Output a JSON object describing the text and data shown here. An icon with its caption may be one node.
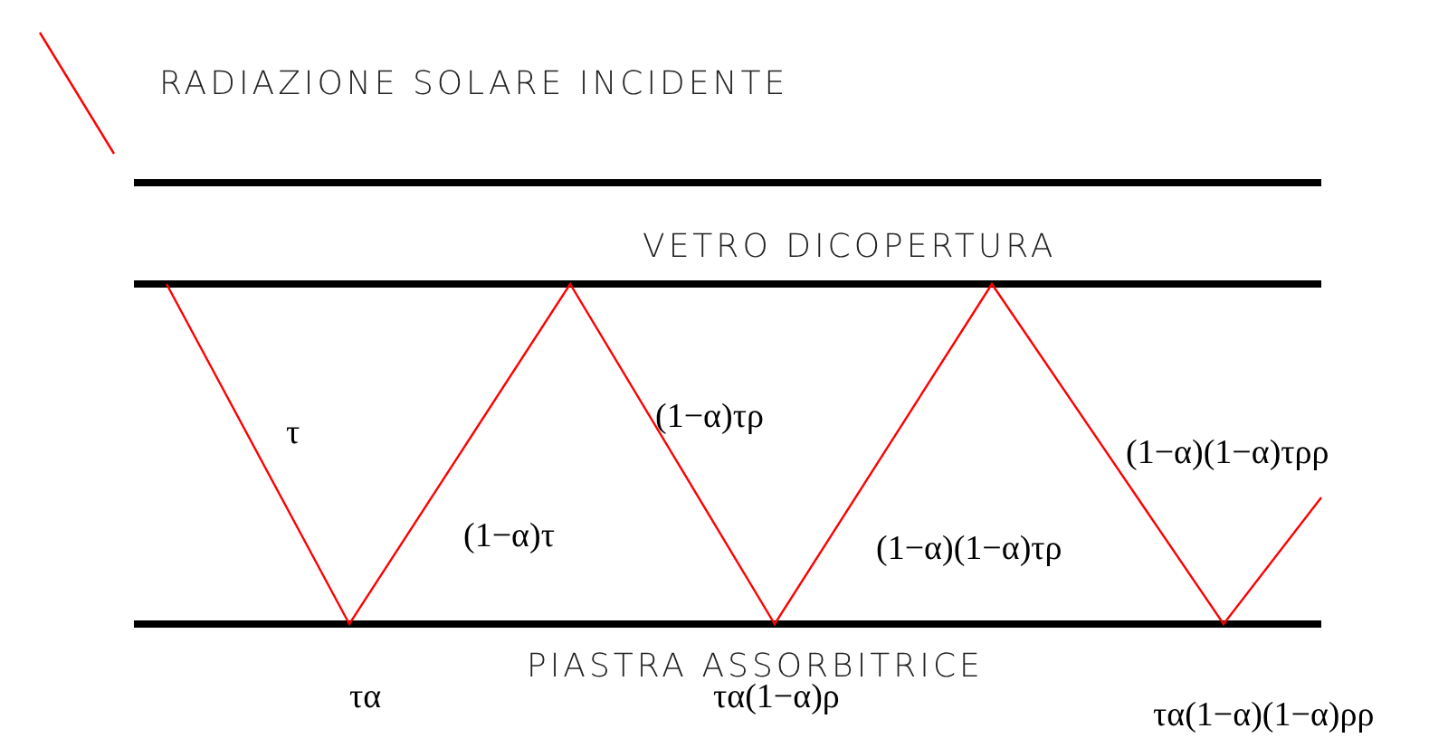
{
  "diagram": {
    "labels": [
      "RADIAZIONE SOLARE INCIDENTE",
      "VETRO DICOPERTURA",
      "τ",
      "(1−α)τρ",
      "(1−α)(1−α)τρρ",
      "(1−α)τ",
      "(1−α)(1−α)τρ",
      "PIASTRA ASSORBITRICE",
      "τα",
      "τα(1−α)ρ",
      "τα(1−α)(1−α)ρρ"
    ]
  }
}
